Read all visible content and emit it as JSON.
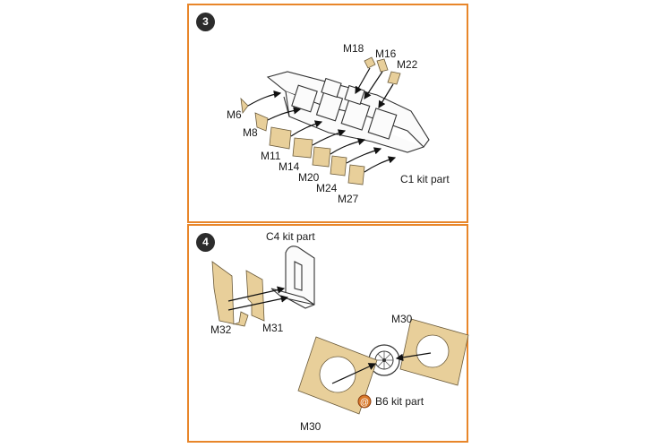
{
  "panels": [
    {
      "step": "3",
      "kit_part": "C1 kit part",
      "parts": [
        "M18",
        "M16",
        "M22",
        "M6",
        "M8",
        "M11",
        "M14",
        "M20",
        "M24",
        "M27"
      ]
    },
    {
      "step": "4",
      "kit_parts": [
        "C4 kit part",
        "B6 kit part"
      ],
      "parts": [
        "M32",
        "M31",
        "M30",
        "M30"
      ],
      "marker_symbol": "@"
    }
  ],
  "colors": {
    "frame": "#e8862a",
    "mask": "#e8cf9a",
    "badge": "#2c2c2c",
    "marker": "#d9782a"
  }
}
